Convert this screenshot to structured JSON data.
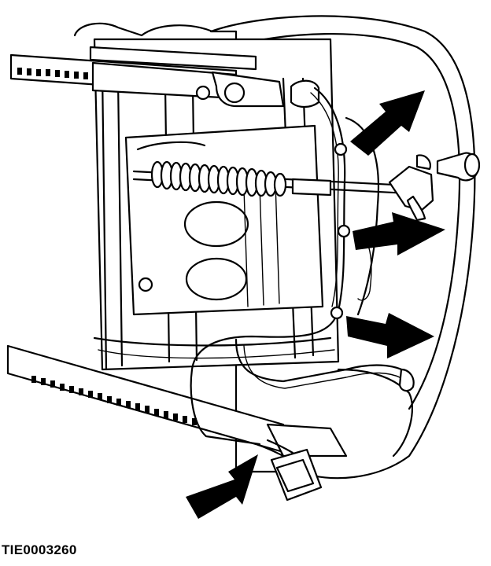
{
  "figure": {
    "code": "TIE0003260",
    "callout_arrows": [
      "callout-arrow-1",
      "callout-arrow-2",
      "callout-arrow-3",
      "callout-arrow-4"
    ]
  },
  "colors": {
    "line": "#000000",
    "background": "#ffffff"
  }
}
